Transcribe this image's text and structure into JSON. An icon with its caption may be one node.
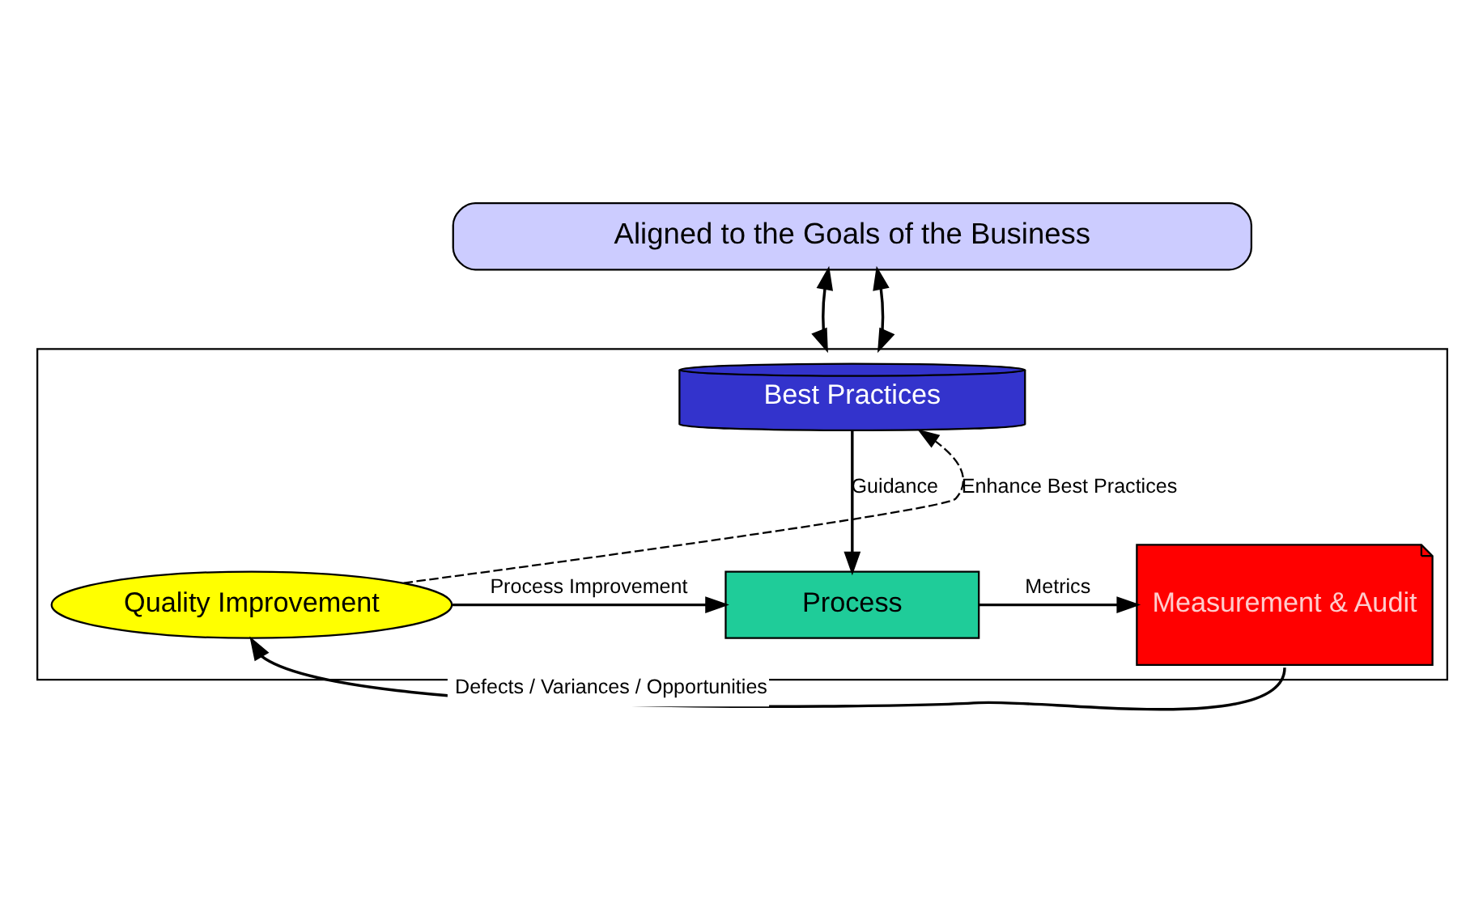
{
  "diagram": {
    "nodes": [
      {
        "text": [
          "Aligned to the Goals of the Business"
        ]
      },
      {
        "text": [],
        "shape": "box"
      },
      {
        "text": [
          "Best Practices"
        ],
        "in": 1
      },
      {
        "text": [
          "Quality Improvement"
        ],
        "in": 1
      },
      {
        "text": [
          "Process"
        ],
        "in": 1
      },
      {
        "text": [
          "Measurement & Audit"
        ],
        "in": 1
      }
    ],
    "edges": [
      {
        "from": 0,
        "to": 1,
        "arrow": "both"
      },
      {
        "from": 0,
        "to": 1,
        "arrow": "both"
      },
      {
        "from": 3,
        "to": 2,
        "arrow": "to",
        "label": "Enhance Best Practices",
        "style": "dashed"
      },
      {
        "from": 2,
        "to": 4,
        "arrow": "to",
        "label": "Guidance"
      },
      {
        "from": 3,
        "to": 4,
        "arrow": "to",
        "label": "Process Improvement"
      },
      {
        "from": 4,
        "to": 5,
        "arrow": "to",
        "label": "Metrics"
      },
      {
        "from": 5,
        "to": 3,
        "arrow": "to",
        "label": "Defects / Variances / Opportunities"
      }
    ]
  }
}
